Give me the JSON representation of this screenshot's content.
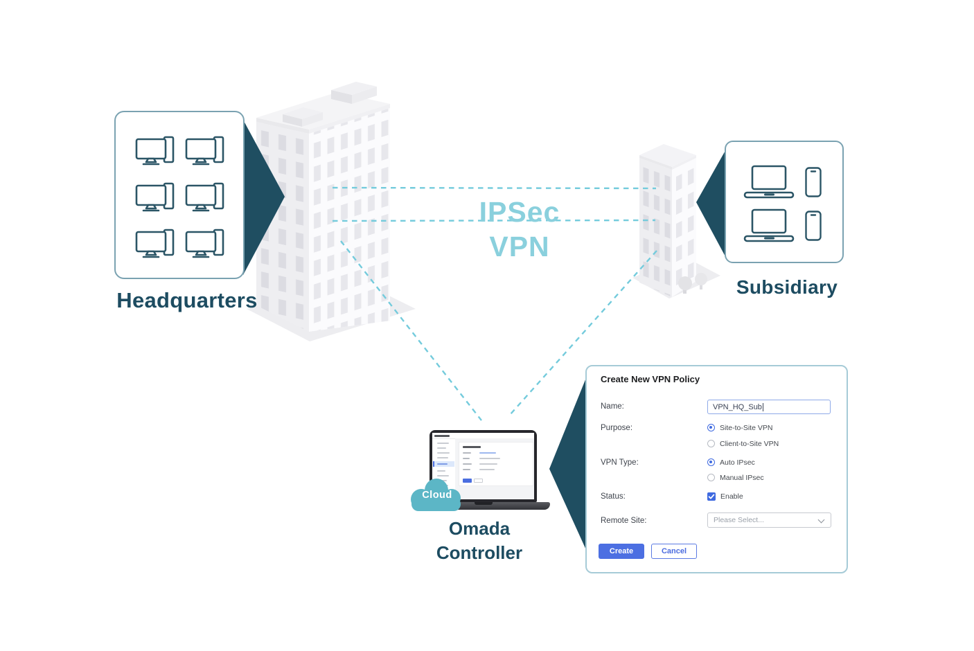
{
  "colors": {
    "dark_teal_pointer": "#1f4e61",
    "heading_teal": "#1d4c61",
    "dashed_line_cyan": "#74cbdc",
    "ipsec_text_cyan": "#8ad0dd",
    "cloud_teal": "#5cb6c6",
    "primary_button_blue": "#4c6fe2",
    "radio_check_blue": "#3f6ae0"
  },
  "headquarters": {
    "label": "Headquarters",
    "device_type": "desktop-computer",
    "device_count": 6
  },
  "subsidiary": {
    "label": "Subsidiary",
    "devices": [
      "laptop",
      "smartphone",
      "laptop",
      "smartphone"
    ]
  },
  "vpn_link": {
    "line1": "IPSec",
    "line2": "VPN"
  },
  "controller": {
    "cloud_badge": "Cloud",
    "name_line1": "Omada",
    "name_line2": "Controller"
  },
  "dialog": {
    "title": "Create New VPN Policy",
    "name": {
      "label": "Name:",
      "value": "VPN_HQ_Sub"
    },
    "purpose": {
      "label": "Purpose:",
      "options": [
        {
          "label": "Site-to-Site VPN",
          "selected": true
        },
        {
          "label": "Client-to-Site VPN",
          "selected": false
        }
      ]
    },
    "vpn_type": {
      "label": "VPN Type:",
      "options": [
        {
          "label": "Auto IPsec",
          "selected": true
        },
        {
          "label": "Manual IPsec",
          "selected": false
        }
      ]
    },
    "status": {
      "label": "Status:",
      "option": "Enable",
      "checked": true
    },
    "remote_site": {
      "label": "Remote Site:",
      "value": "Please Select..."
    },
    "buttons": {
      "create": "Create",
      "cancel": "Cancel"
    }
  }
}
